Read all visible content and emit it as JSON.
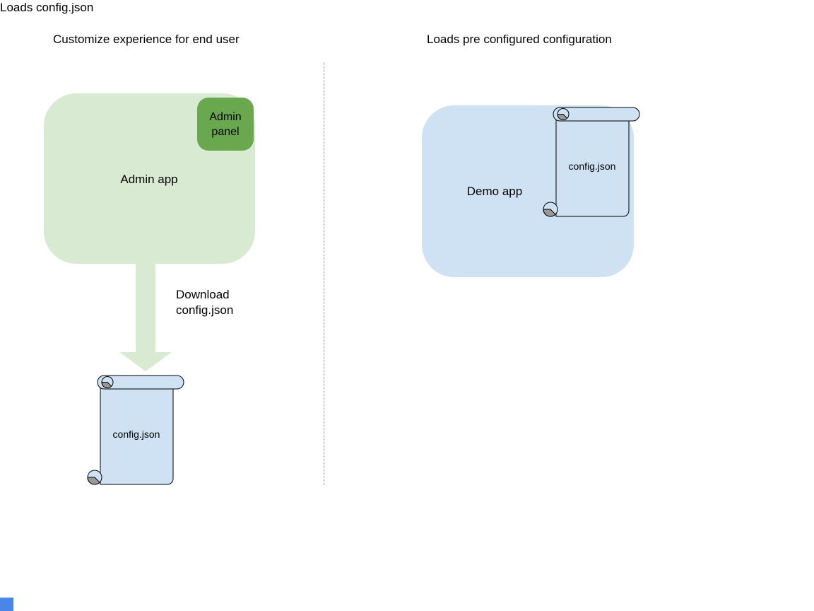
{
  "diagram": {
    "left": {
      "title": "Customize experience for end user",
      "admin_app_label": "Admin app",
      "admin_panel_label": "Admin panel",
      "arrow_label_line1": "Download",
      "arrow_label_line2": "config.json",
      "scroll_label": "config.json"
    },
    "right": {
      "title": "Loads pre configured configuration",
      "demo_app_label": "Demo app",
      "scroll_label": "config.json",
      "caption": "Loads config.json"
    },
    "colors": {
      "admin_app_fill": "#d9ead3",
      "admin_panel_fill": "#6aa84f",
      "arrow_fill": "#d9ead3",
      "demo_app_fill": "#cfe2f3",
      "scroll_fill": "#cfe2f3",
      "scroll_curl_shade": "#999999",
      "shape_outline": "#000000",
      "divider": "#8a8a8a",
      "corner_marker": "#4a86e8",
      "text": "#000000"
    }
  }
}
